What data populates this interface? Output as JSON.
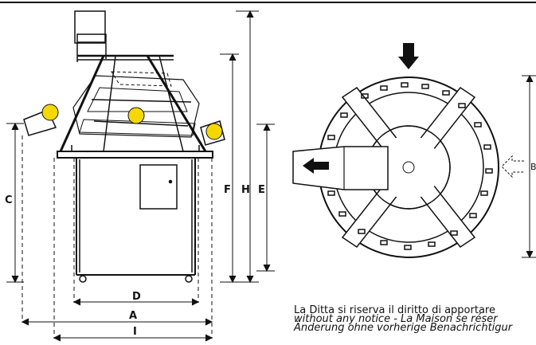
{
  "colors": {
    "line": "#111111",
    "accent": "#f5d800",
    "background": "#ffffff"
  },
  "icons": {
    "feed_arrow": "arrow-down-icon",
    "discharge_arrow": "arrow-left-icon",
    "direction_arrow": "dashed-arrow-left-icon"
  },
  "dimensions": {
    "C": "C",
    "F": "F",
    "H": "H",
    "E": "E",
    "D": "D",
    "A": "A",
    "I": "I",
    "B_partial": "B"
  },
  "notice": {
    "line1": "La Ditta si riserva il diritto di apportare",
    "line2": "without any notice - La Maison se réser",
    "line3": "Änderung ohne vorherige Benachrichtigur"
  }
}
